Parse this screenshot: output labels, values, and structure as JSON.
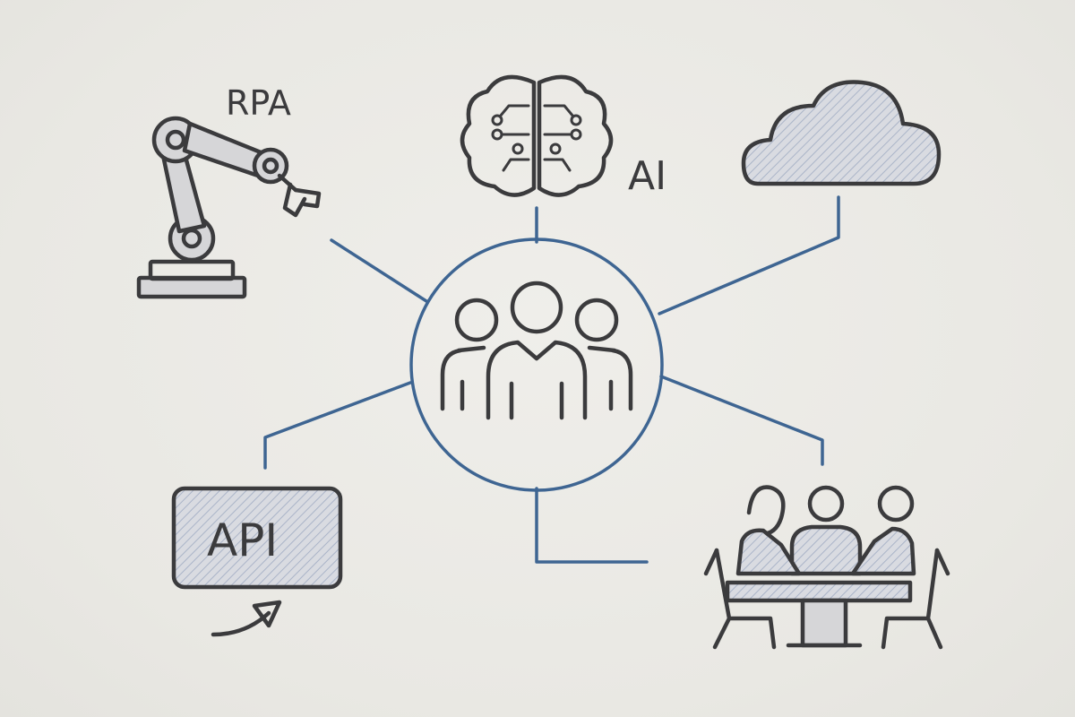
{
  "diagram": {
    "nodes": {
      "rpa": {
        "label": "RPA",
        "icon": "robot-arm-icon"
      },
      "ai": {
        "label": "AI",
        "icon": "brain-icon"
      },
      "cloud": {
        "icon": "cloud-icon"
      },
      "api": {
        "label": "API",
        "icon": "api-window-icon"
      },
      "meeting": {
        "icon": "team-meeting-icon"
      },
      "center": {
        "icon": "people-group-icon"
      }
    }
  },
  "colors": {
    "ink": "#3b3b3d",
    "connector": "#3e6592",
    "background": "#ecebe6",
    "shading": "#b9c3d6"
  }
}
